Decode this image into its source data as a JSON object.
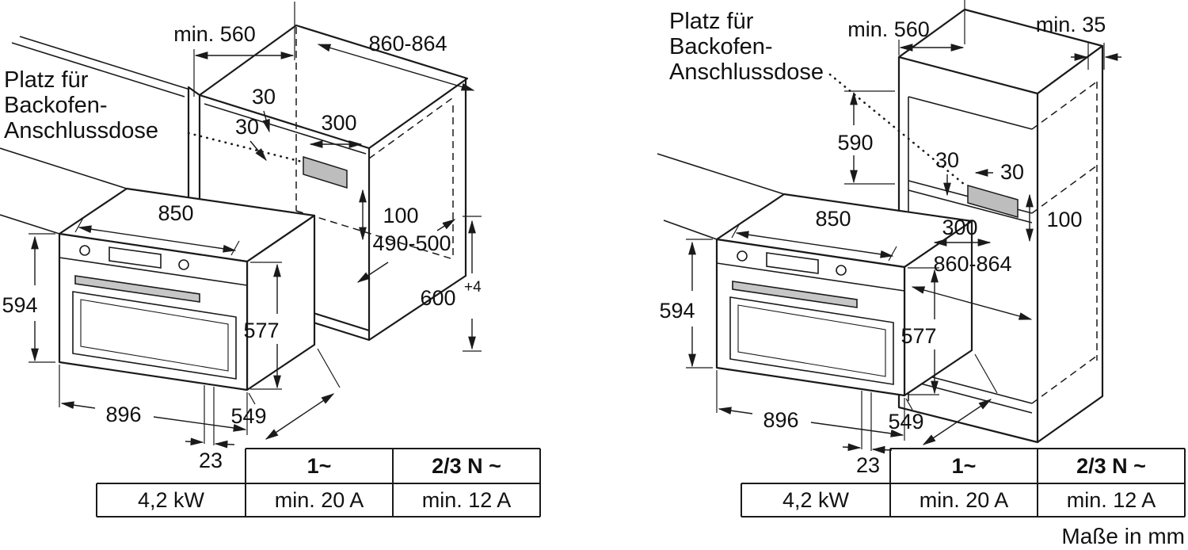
{
  "footnote": "Maße in mm",
  "colors": {
    "shade": "#bdbdbd",
    "handle": "#c6c6c6"
  },
  "left": {
    "note": {
      "l1": "Platz für",
      "l2": "Backofen-",
      "l3": "Anschlussdose"
    },
    "dims": {
      "depth": "min. 560",
      "width": "860-864",
      "offset_top": "30",
      "offset_side": "30",
      "box_width": "300",
      "box_height": "100",
      "niche_depth": "490-500",
      "niche_height": "600",
      "niche_height_tol": "+4",
      "front_width": "850",
      "height": "594",
      "body_height": "577",
      "width_total": "896",
      "body_depth": "549",
      "door_gap": "23"
    },
    "table": {
      "phase_single": "1~",
      "phase_multi": "2/3 N ~",
      "power": "4,2 kW",
      "fuse_single": "min. 20 A",
      "fuse_multi": "min. 12 A"
    }
  },
  "right": {
    "note": {
      "l1": "Platz für",
      "l2": "Backofen-",
      "l3": "Anschlussdose"
    },
    "dims": {
      "depth": "min. 560",
      "rear_gap": "min. 35",
      "upper_height": "590",
      "offset_top": "30",
      "offset_side": "30",
      "box_width": "300",
      "box_height": "100",
      "niche_width": "860-864",
      "front_width": "850",
      "height": "594",
      "body_height": "577",
      "width_total": "896",
      "body_depth": "549",
      "door_gap": "23"
    },
    "table": {
      "phase_single": "1~",
      "phase_multi": "2/3 N ~",
      "power": "4,2 kW",
      "fuse_single": "min. 20 A",
      "fuse_multi": "min. 12 A"
    }
  }
}
